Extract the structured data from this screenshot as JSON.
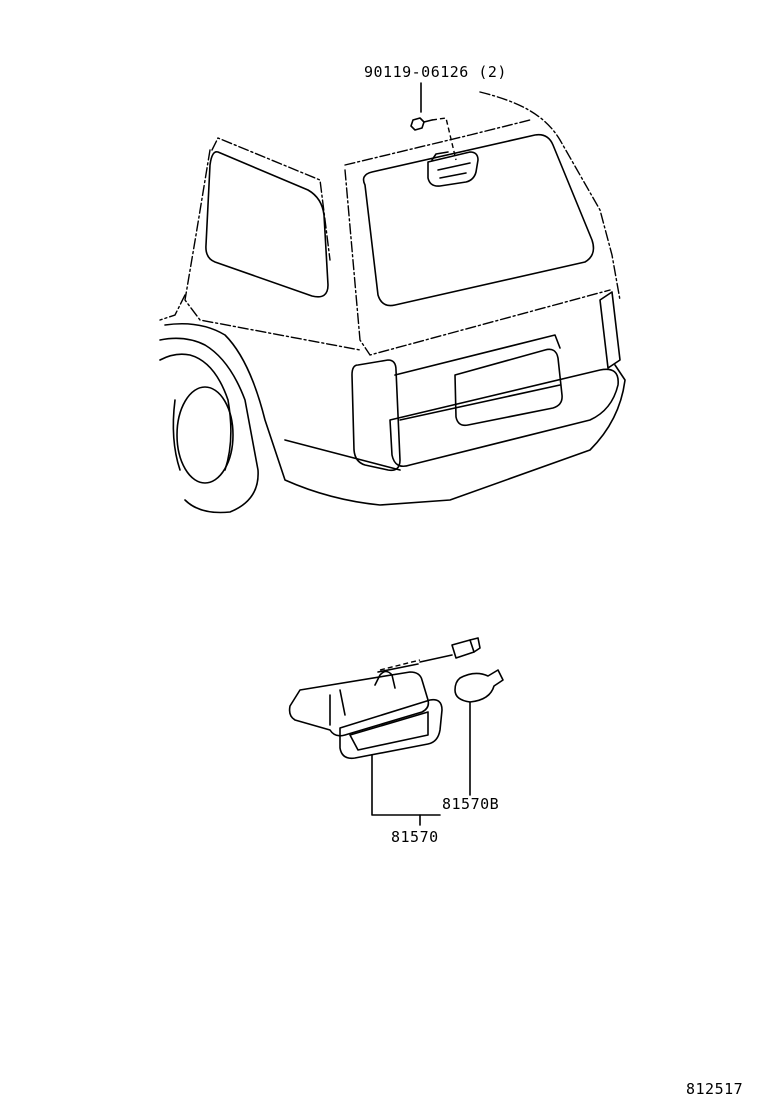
{
  "labels": {
    "bolt_part": "90119-06126 (2)",
    "bulb_part": "81570B",
    "lamp_assembly_part": "81570",
    "figure_number": "812517"
  }
}
